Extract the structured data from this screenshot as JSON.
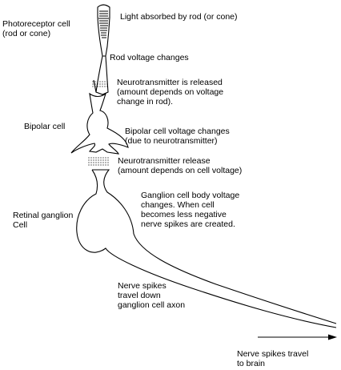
{
  "labels": {
    "photoreceptor_cell": [
      "Photoreceptor cell",
      "(rod or cone)"
    ],
    "light_absorbed": [
      "Light absorbed by rod (or cone)"
    ],
    "rod_voltage": [
      "Rod voltage changes"
    ],
    "neurotransmitter_released": [
      "Neurotransmitter is released",
      "(amount depends on voltage",
      "change in rod)."
    ],
    "bipolar_cell": [
      "Bipolar cell"
    ],
    "bipolar_voltage": [
      "Bipolar cell voltage changes",
      "(due to neurotransmitter)"
    ],
    "neurotransmitter_release": [
      "Neurotransmitter release",
      "(amount depends on cell voltage)"
    ],
    "retinal_ganglion": [
      "Retinal ganglion",
      "Cell"
    ],
    "ganglion_voltage": [
      "Ganglion cell body voltage",
      "changes.  When cell",
      "becomes less negative",
      "nerve spikes are created."
    ],
    "nerve_spikes_travel": [
      "Nerve spikes",
      "travel down",
      "ganglion cell axon"
    ],
    "to_brain": [
      "Nerve spikes travel",
      "to brain"
    ]
  },
  "colors": {
    "line": "#000000",
    "background": "#ffffff"
  }
}
